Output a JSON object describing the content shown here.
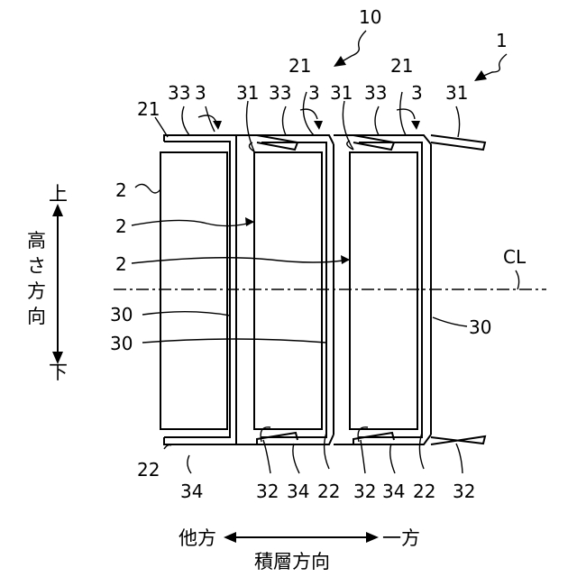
{
  "labels": {
    "ref_10": "10",
    "ref_1": "1",
    "top_row": [
      "33",
      "3",
      "31",
      "33",
      "3",
      "31",
      "33",
      "3",
      "31"
    ],
    "ref_21_left": "21",
    "ref_21_mid": "21",
    "ref_21_right": "21",
    "ref_2_a": "2",
    "ref_2_b": "2",
    "ref_2_c": "2",
    "ref_30_a": "30",
    "ref_30_b": "30",
    "ref_30_right": "30",
    "ref_cl": "CL",
    "ref_22_left": "22",
    "bottom_row": [
      "34",
      "32",
      "34",
      "22",
      "32",
      "34",
      "22",
      "32"
    ]
  },
  "height_axis": {
    "top": "上",
    "bottom": "下",
    "label": [
      "高",
      "さ",
      "方",
      "向"
    ]
  },
  "stack_axis": {
    "left": "他方",
    "right": "一方",
    "label": "積層方向"
  }
}
